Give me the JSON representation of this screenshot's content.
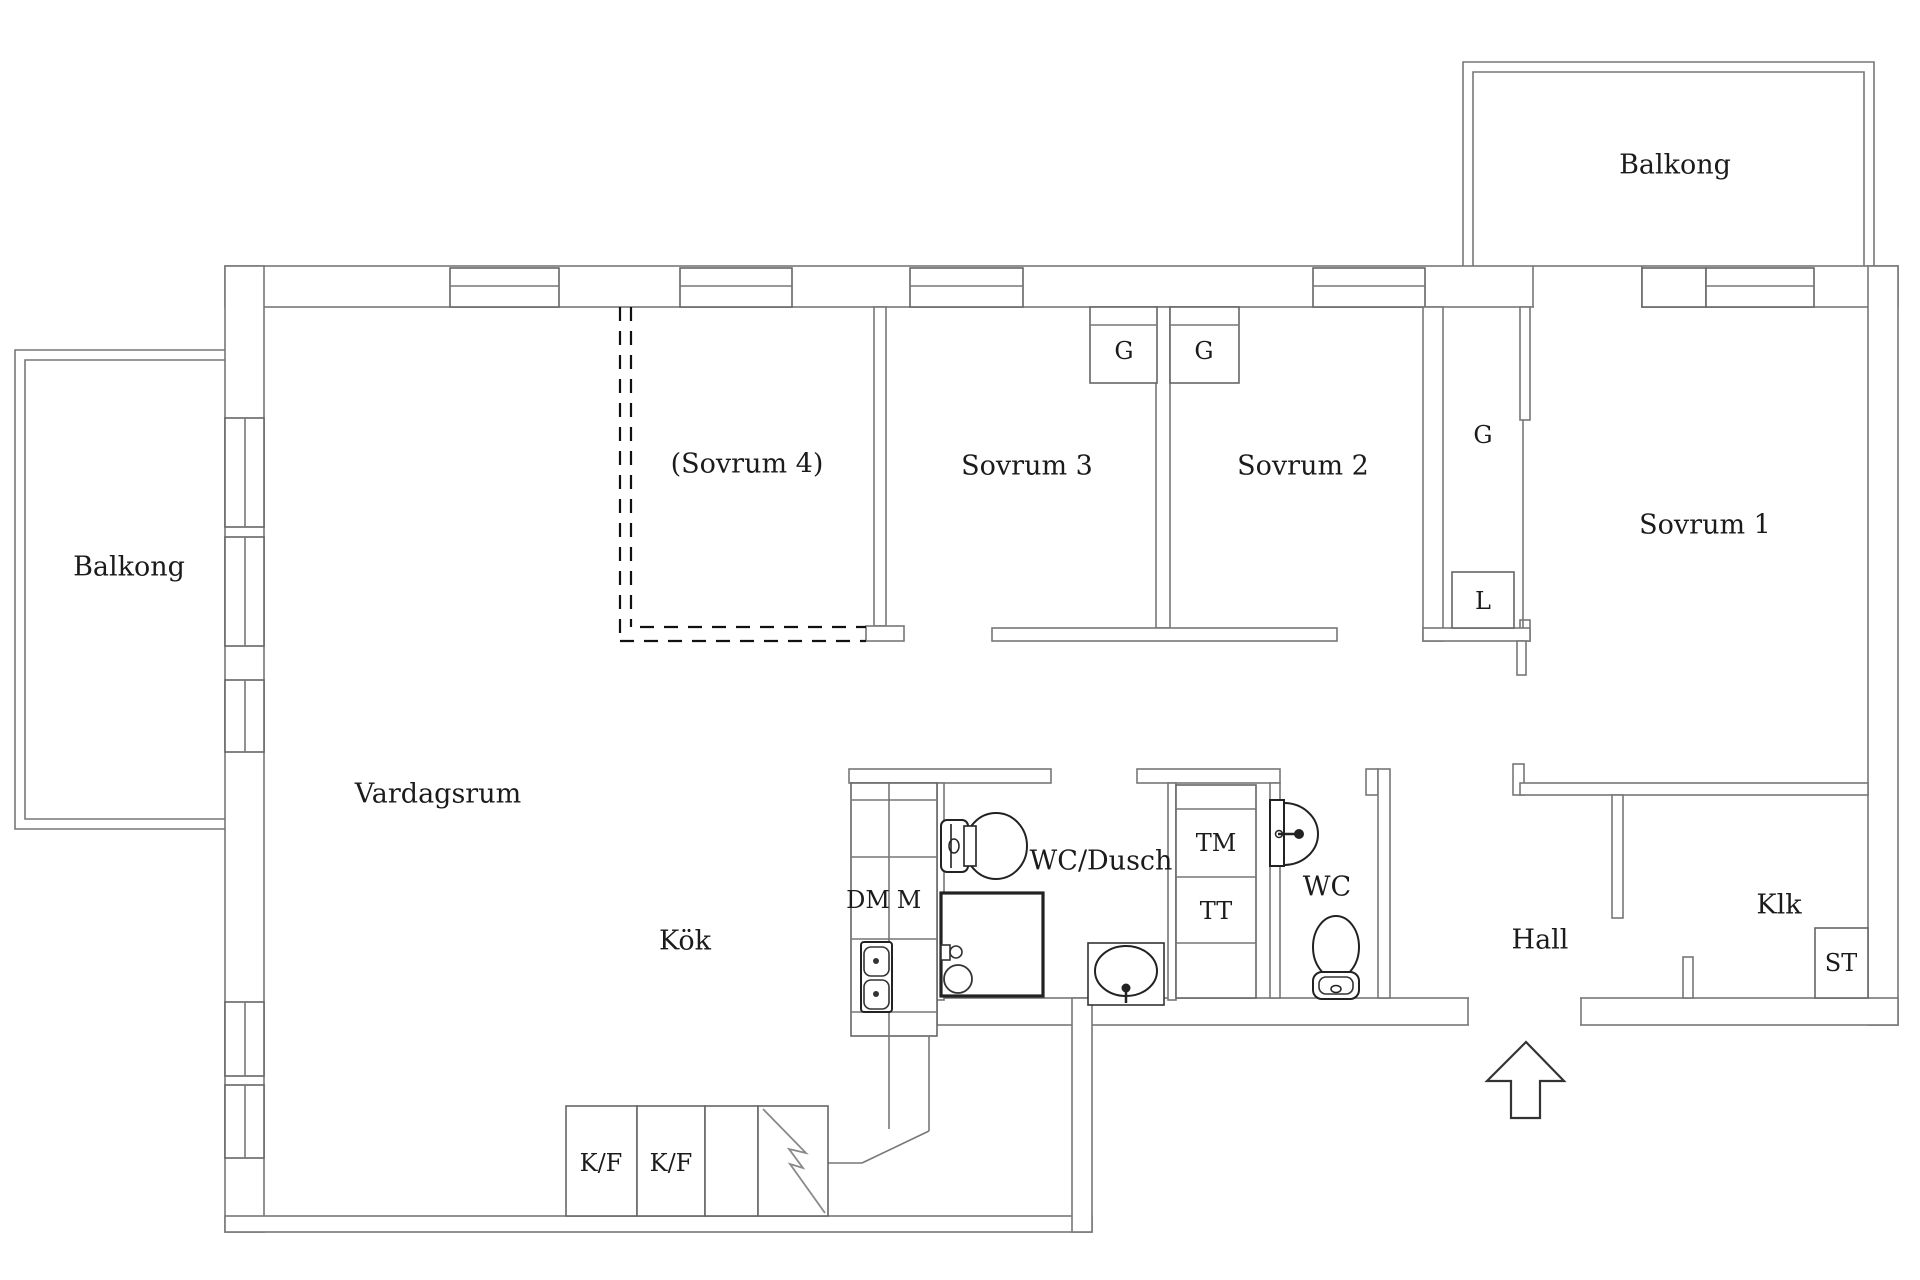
{
  "balconies": {
    "left": "Balkong",
    "top_right": "Balkong"
  },
  "rooms": {
    "sovrum4": "(Sovrum 4)",
    "sovrum3": "Sovrum 3",
    "sovrum2": "Sovrum 2",
    "sovrum1": "Sovrum 1",
    "vardagsrum": "Vardagsrum",
    "kok": "Kök",
    "wc_dusch": "WC/Dusch",
    "wc": "WC",
    "hall": "Hall",
    "klk": "Klk"
  },
  "closets": {
    "g_sovrum3": "G",
    "g_sovrum2": "G",
    "g_hall": "G",
    "linen": "L",
    "st": "ST"
  },
  "kitchen": {
    "fridge_freezer_1": "K/F",
    "fridge_freezer_2": "K/F",
    "dishwasher": "DM",
    "micro": "M"
  },
  "laundry": {
    "washer": "TM",
    "dryer": "TT"
  }
}
